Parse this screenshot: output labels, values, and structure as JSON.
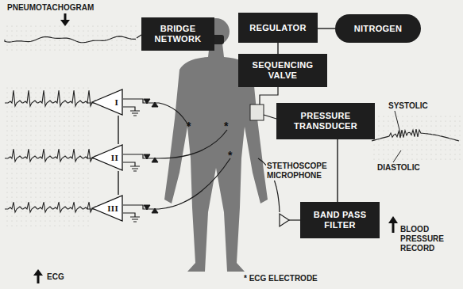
{
  "diagram": {
    "nodes": [
      {
        "text": [
          "BRIDGE NETWORK"
        ]
      },
      {
        "text": [
          "REGULATOR"
        ]
      },
      {
        "text": [
          "NITROGEN"
        ]
      },
      {
        "text": [
          "SEQUENCING VALVE"
        ]
      },
      {
        "text": [
          "I"
        ]
      },
      {
        "text": [
          "PRESSURE TRANSDUCER"
        ]
      },
      {
        "text": [
          "II"
        ]
      },
      {
        "text": [
          "BAND PASS FILTER"
        ]
      },
      {
        "text": [
          "III"
        ]
      }
    ],
    "edges": [
      {
        "from": 1,
        "to": 2,
        "arrow": "none"
      },
      {
        "from": 1,
        "to": 3,
        "arrow": "none"
      },
      {
        "from": 5,
        "to": 7,
        "arrow": "none"
      },
      {
        "from": 4,
        "to": 6,
        "arrow": "none"
      },
      {
        "from": 6,
        "to": 8,
        "arrow": "none"
      }
    ],
    "labels": [
      "PNEUMOTACHOGRAM",
      "SYSTOLIC",
      "DIASTOLIC",
      "STETHOSCOPE MICROPHONE",
      "BLOOD PRESSURE RECORD",
      "ECG",
      "* ECG ELECTRODE",
      "*",
      "*",
      "*"
    ]
  }
}
